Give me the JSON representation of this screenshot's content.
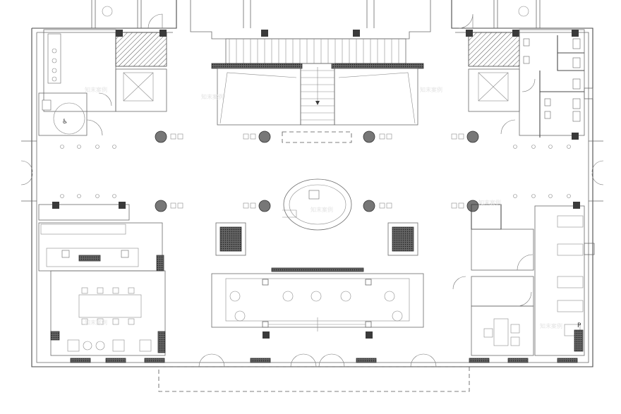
{
  "parking_label": "P",
  "watermarks": [
    "知末案例",
    "知末案例",
    "知末案例",
    "知末案例",
    "知末案例",
    "知末案例",
    "知末案例"
  ]
}
